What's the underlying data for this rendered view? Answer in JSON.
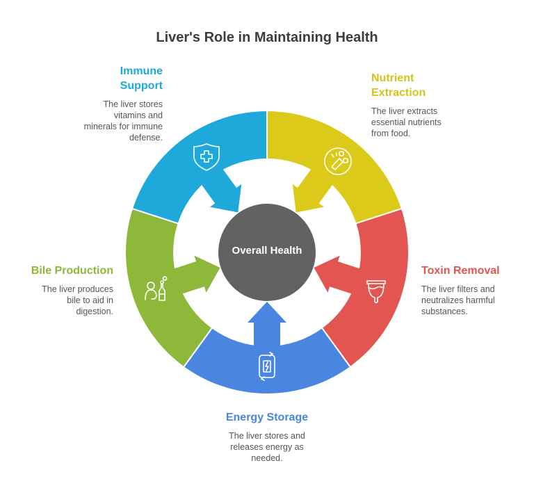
{
  "title": "Liver's Role in Maintaining Health",
  "center": {
    "label": "Overall Health",
    "color": "#626262"
  },
  "segments": [
    {
      "title": "Nutrient Extraction",
      "title_lines": [
        "Nutrient",
        "Extraction"
      ],
      "desc_lines": [
        "The liver extracts",
        "essential nutrients",
        "from food."
      ],
      "color": "#DCCA1B",
      "icon": "food-plate-icon"
    },
    {
      "title": "Toxin Removal",
      "title_lines": [
        "Toxin Removal"
      ],
      "desc_lines": [
        "The liver filters and",
        "neutralizes harmful",
        "substances."
      ],
      "color": "#E25551",
      "icon": "filter-cup-icon"
    },
    {
      "title": "Energy Storage",
      "title_lines": [
        "Energy Storage"
      ],
      "desc_lines": [
        "The liver stores and",
        "releases energy as",
        "needed."
      ],
      "color": "#4A86E0",
      "icon": "battery-cycle-icon"
    },
    {
      "title": "Bile Production",
      "title_lines": [
        "Bile Production"
      ],
      "desc_lines": [
        "The liver produces",
        "bile to aid in",
        "digestion."
      ],
      "color": "#8DB83A",
      "icon": "person-bottle-icon"
    },
    {
      "title": "Immune Support",
      "title_lines": [
        "Immune",
        "Support"
      ],
      "desc_lines": [
        "The liver stores",
        "vitamins and",
        "minerals for immune",
        "defense."
      ],
      "color": "#1FA8DA",
      "icon": "shield-cross-icon"
    }
  ]
}
